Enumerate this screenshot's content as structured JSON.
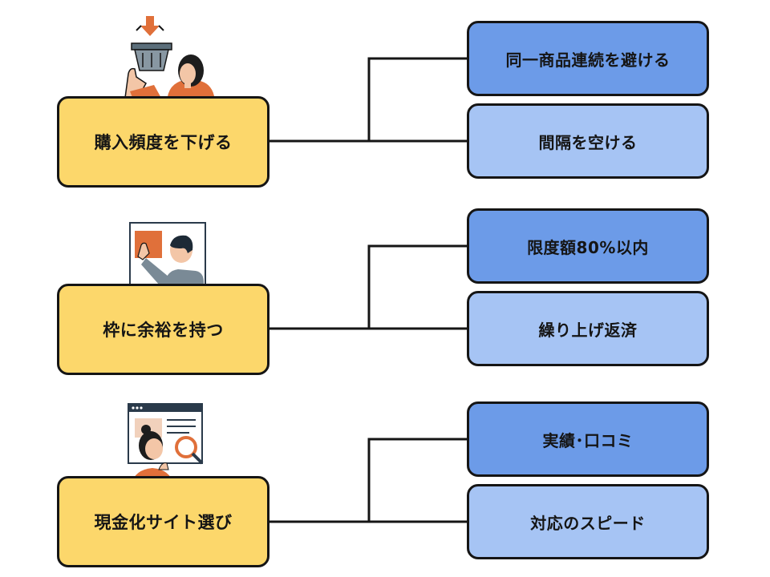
{
  "groups": [
    {
      "main": "購入頻度を下げる",
      "subs": [
        "同一商品連続を避ける",
        "間隔を空ける"
      ]
    },
    {
      "main": "枠に余裕を持つ",
      "subs": [
        "限度額80%以内",
        "繰り上げ返済"
      ]
    },
    {
      "main": "現金化サイト選び",
      "subs": [
        "実績･口コミ",
        "対応のスピード"
      ]
    }
  ],
  "colors": {
    "main_box": "#fcd76b",
    "sub_dark": "#6c9be8",
    "sub_light": "#a6c4f4",
    "outline": "#151515",
    "accent_orange": "#e0703a"
  },
  "icons": [
    "shopping-basket-woman-icon",
    "presentation-man-icon",
    "website-search-woman-icon"
  ]
}
